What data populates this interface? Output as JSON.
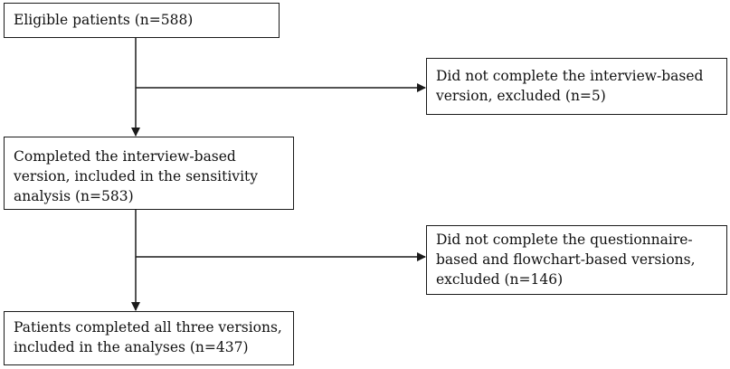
{
  "diagram": {
    "eligible": {
      "lines": [
        "Eligible patients (n=588)"
      ]
    },
    "excluded_interview": {
      "lines": [
        "Did not complete the interview-based",
        "version, excluded (n=5)"
      ]
    },
    "completed_interview": {
      "lines": [
        "Completed the interview-based",
        "version, included in the sensitivity",
        "analysis (n=583)"
      ]
    },
    "excluded_questionnaire": {
      "lines": [
        "Did not complete the questionnaire-",
        "based and flowchart-based versions,",
        "excluded (n=146)"
      ]
    },
    "final": {
      "lines": [
        "Patients completed all three versions,",
        "included in the analyses (n=437)"
      ]
    }
  }
}
